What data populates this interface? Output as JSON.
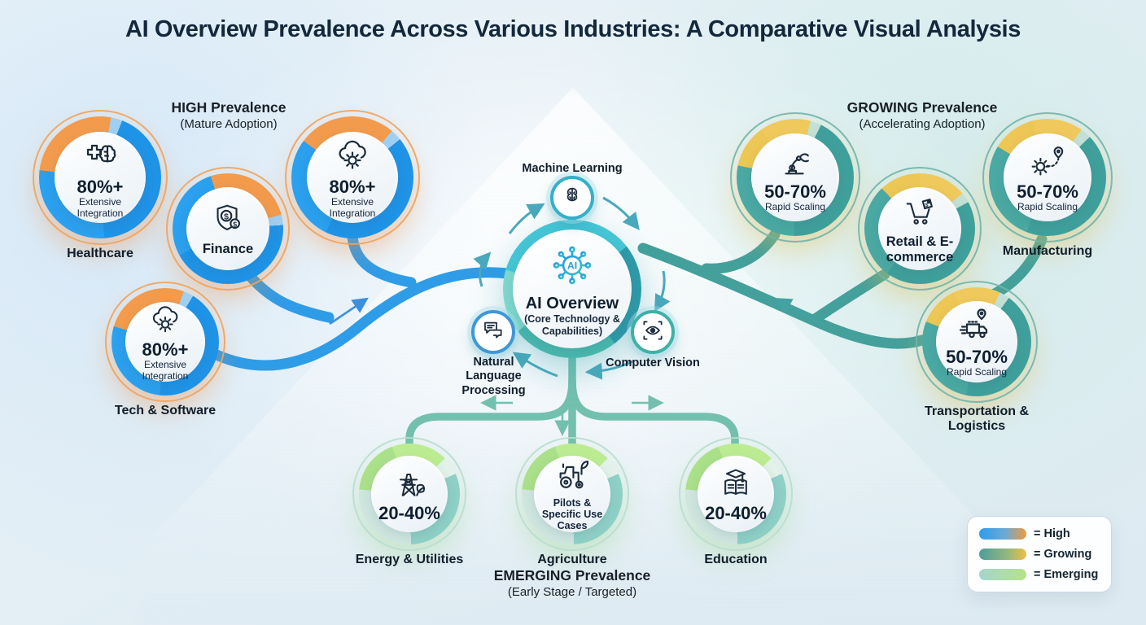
{
  "title": "AI Overview Prevalence Across Various Industries: A Comparative Visual Analysis",
  "groups": {
    "high": {
      "title": "HIGH Prevalence",
      "subtitle": "(Mature Adoption)"
    },
    "growing": {
      "title": "GROWING Prevalence",
      "subtitle": "(Accelerating Adoption)"
    },
    "emerging": {
      "title": "EMERGING Prevalence",
      "subtitle": "(Early Stage / Targeted)"
    }
  },
  "center": {
    "badge": "AI",
    "icon": "ai-network-icon",
    "title": "AI Overview",
    "subtitle": "(Core Technology & Capabilities)",
    "capabilities": [
      {
        "label": "Machine Learning",
        "icon": "brain-icon"
      },
      {
        "label": "Natural Language Processing",
        "icon": "chat-bubbles-icon"
      },
      {
        "label": "Computer Vision",
        "icon": "eye-scan-icon"
      }
    ]
  },
  "nodes": [
    {
      "id": "healthcare",
      "group": "high",
      "icon": "medical-cross-brain-icon",
      "value": "80%+",
      "value_caption": "Extensive Integration",
      "label": "Healthcare"
    },
    {
      "id": "finance",
      "group": "high",
      "icon": "shield-dollar-icon",
      "label": "Finance"
    },
    {
      "id": "high-unlabeled",
      "group": "high",
      "icon": "cloud-gear-icon",
      "value": "80%+",
      "value_caption": "Extensive Integration"
    },
    {
      "id": "tech-software",
      "group": "high",
      "icon": "cloud-gear-icon",
      "value": "80%+",
      "value_caption": "Extensive Integration",
      "label": "Tech & Software"
    },
    {
      "id": "growing-unlabeled",
      "group": "growing",
      "icon": "robot-arm-icon",
      "value": "50-70%",
      "value_caption": "Rapid Scaling"
    },
    {
      "id": "retail-ecommerce",
      "group": "growing",
      "icon": "shopping-cart-tag-icon",
      "label": "Retail & E-commerce"
    },
    {
      "id": "manufacturing",
      "group": "growing",
      "icon": "gear-route-pin-icon",
      "value": "50-70%",
      "value_caption": "Rapid Scaling",
      "label": "Manufacturing"
    },
    {
      "id": "transportation-logistics",
      "group": "growing",
      "icon": "delivery-truck-pin-icon",
      "value": "50-70%",
      "value_caption": "Rapid Scaling",
      "label": "Transportation & Logistics"
    },
    {
      "id": "energy-utilities",
      "group": "emerging",
      "icon": "power-tower-leaf-icon",
      "value": "20-40%",
      "label": "Energy & Utilities"
    },
    {
      "id": "agriculture",
      "group": "emerging",
      "icon": "tractor-plant-icon",
      "value_caption": "Pilots & Specific Use Cases",
      "label": "Agriculture"
    },
    {
      "id": "education",
      "group": "emerging",
      "icon": "book-graduation-cap-icon",
      "value": "20-40%",
      "label": "Education"
    }
  ],
  "legend": {
    "items": [
      {
        "level": "high",
        "label": "= High",
        "gradient": [
          "#2d9cee",
          "#f09a3e"
        ]
      },
      {
        "level": "growing",
        "label": "= Growing",
        "gradient": [
          "#4d9e99",
          "#f0c040"
        ]
      },
      {
        "level": "emerging",
        "label": "= Emerging",
        "gradient": [
          "#a5d5ce",
          "#b5e388"
        ]
      }
    ]
  },
  "colors": {
    "title_text": "#14283c",
    "high_primary": "#2196e8",
    "high_accent": "#f29b4c",
    "growing_primary": "#3fa09b",
    "growing_accent": "#f0c95c",
    "emerging_primary": "#8fd0c6",
    "emerging_accent": "#bcec92",
    "center_ring": "#3ab5c5"
  }
}
